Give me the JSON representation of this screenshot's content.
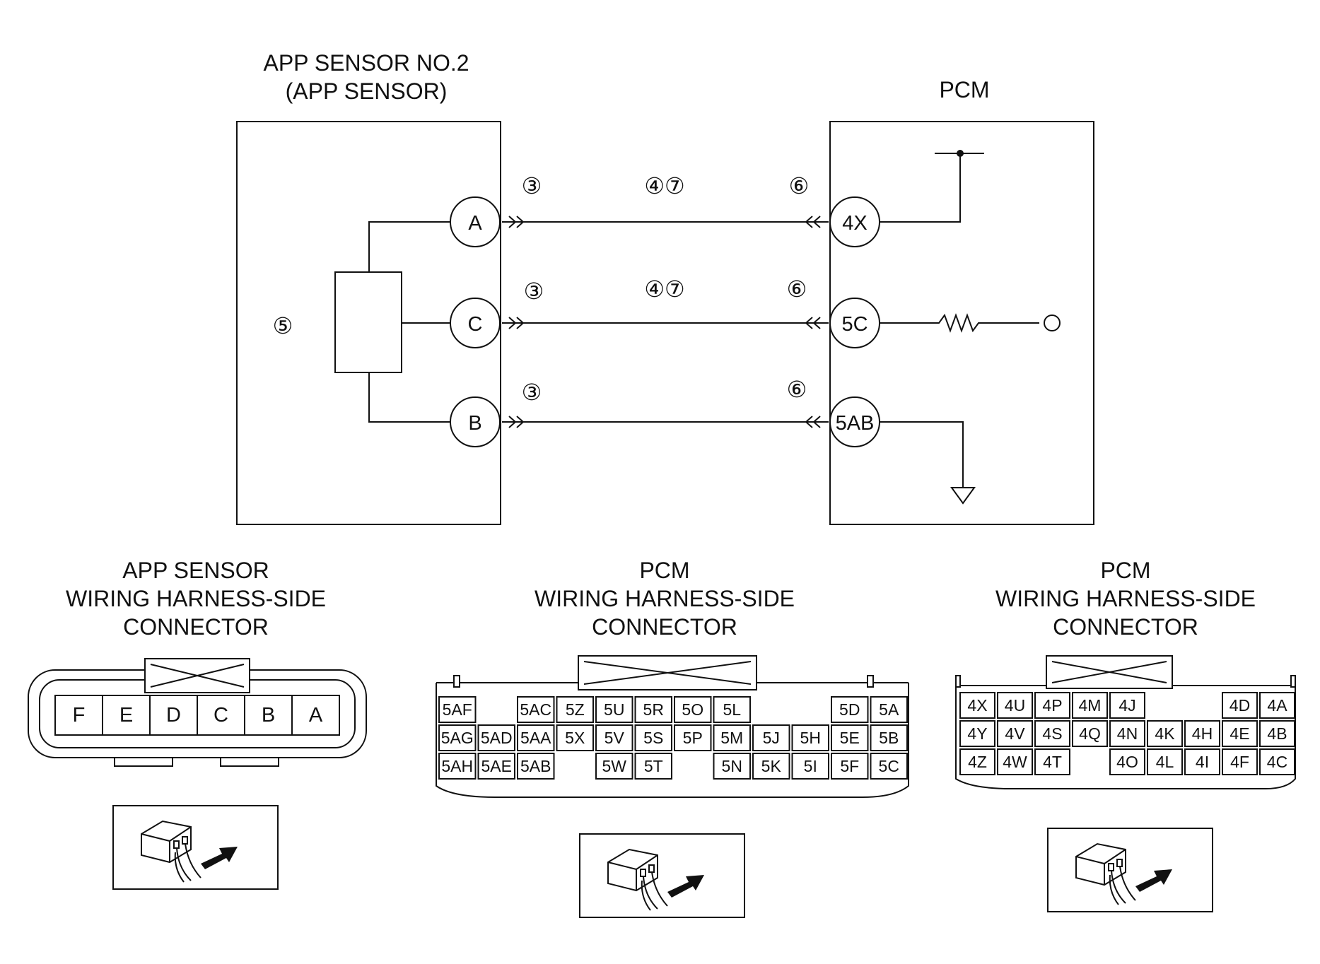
{
  "schematic": {
    "sensor_title_line1": "APP SENSOR NO.2",
    "sensor_title_line2": "(APP SENSOR)",
    "pcm_title": "PCM",
    "sensor_step": "⑤",
    "wires": [
      {
        "sensor_pin": "A",
        "pcm_pin": "4X",
        "steps_left": "③",
        "steps_mid": "④⑦",
        "steps_right": "⑥"
      },
      {
        "sensor_pin": "C",
        "pcm_pin": "5C",
        "steps_left": "③",
        "steps_mid": "④⑦",
        "steps_right": "⑥"
      },
      {
        "sensor_pin": "B",
        "pcm_pin": "5AB",
        "steps_left": "③",
        "steps_mid": "",
        "steps_right": "⑥"
      }
    ]
  },
  "connectors": {
    "app": {
      "title": [
        "APP SENSOR",
        "WIRING HARNESS-SIDE",
        "CONNECTOR"
      ],
      "pins": [
        "F",
        "E",
        "D",
        "C",
        "B",
        "A"
      ]
    },
    "pcm5": {
      "title": [
        "PCM",
        "WIRING HARNESS-SIDE",
        "CONNECTOR"
      ],
      "rows": [
        [
          "5AF",
          "",
          "5AC",
          "5Z",
          "5U",
          "5R",
          "5O",
          "5L",
          "",
          "",
          "5D",
          "5A"
        ],
        [
          "5AG",
          "5AD",
          "5AA",
          "5X",
          "5V",
          "5S",
          "5P",
          "5M",
          "5J",
          "5H",
          "5E",
          "5B"
        ],
        [
          "5AH",
          "5AE",
          "5AB",
          "",
          "5W",
          "5T",
          "",
          "5N",
          "5K",
          "5I",
          "5F",
          "5C"
        ]
      ]
    },
    "pcm4": {
      "title": [
        "PCM",
        "WIRING HARNESS-SIDE",
        "CONNECTOR"
      ],
      "rows": [
        [
          "4X",
          "4U",
          "4P",
          "4M",
          "4J",
          "",
          "",
          "4D",
          "4A"
        ],
        [
          "4Y",
          "4V",
          "4S",
          "4Q",
          "4N",
          "4K",
          "4H",
          "4E",
          "4B"
        ],
        [
          "4Z",
          "4W",
          "4T",
          "",
          "4O",
          "4L",
          "4I",
          "4F",
          "4C"
        ]
      ]
    }
  }
}
